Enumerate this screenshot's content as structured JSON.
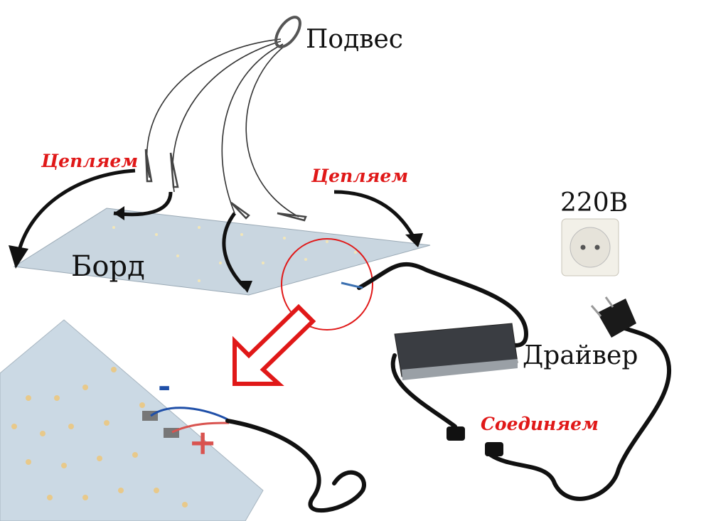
{
  "labels": {
    "hanger": "Подвес",
    "hook_left": "Цепляем",
    "hook_right": "Цепляем",
    "board": "Борд",
    "voltage": "220В",
    "driver": "Драйвер",
    "connect": "Соединяем",
    "minus": "-",
    "plus": "+"
  },
  "colors": {
    "accent_red": "#e01818",
    "minus_blue": "#1f4fa8",
    "plus_red": "#d9534f",
    "board": "#c9d6e0"
  }
}
